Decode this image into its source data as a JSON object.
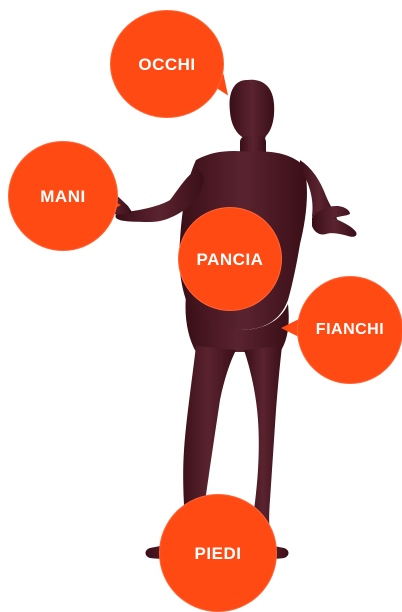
{
  "labels": {
    "occhi": "OCCHI",
    "mani": "MANI",
    "pancia": "PANCIA",
    "fianchi": "FIANCHI",
    "piedi": "PIEDI"
  },
  "colors": {
    "bubble": "#ff4a14",
    "figure": "#4a1a22",
    "figure_shadow": "#2e0c12",
    "background": "#ffffff",
    "label_text": "#ffffff"
  },
  "figure": {
    "icon": "human-silhouette-figure",
    "pose": "standing with open hands"
  }
}
